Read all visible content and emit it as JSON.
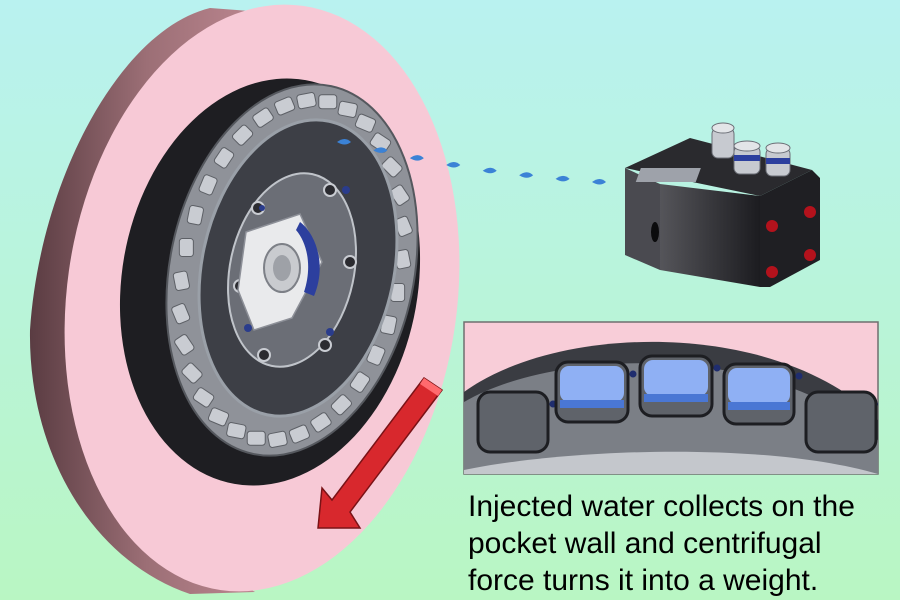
{
  "background": {
    "top_color": "#b9f2f0",
    "bottom_color": "#b9f6c3"
  },
  "wheel": {
    "rim_color": "#f7c9d6",
    "rim_shadow_color": "#7a5258",
    "disc_color": "#3d3f46",
    "pocket_count": 32
  },
  "water": {
    "color": "#3b82d6",
    "drop_count": 8
  },
  "rotation_arrow": {
    "color": "#d8282d",
    "direction": "counter-clockwise"
  },
  "caption": {
    "line1": "Injected water collects on the",
    "line2": "pocket wall and centrifugal",
    "line3": "force turns it into a weight."
  }
}
